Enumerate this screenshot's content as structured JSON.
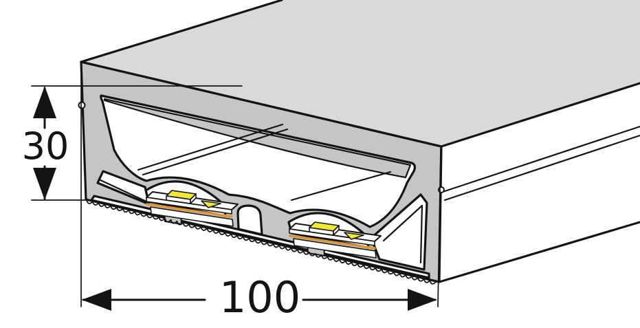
{
  "diagram": {
    "kind": "technical-drawing",
    "subject": "led-profile-cross-section",
    "dimensions": {
      "height": {
        "value": "30"
      },
      "width": {
        "value": "100"
      }
    }
  },
  "colors": {
    "outline": "#141414",
    "top_surface": "#d8d9d9",
    "cross_section_gray": "#c4c6c5",
    "interior_white": "#ffffff",
    "led_yellow": "#f0e832",
    "pcb_stripe_orange": "#dd9631",
    "dimension_text": "#141414"
  }
}
